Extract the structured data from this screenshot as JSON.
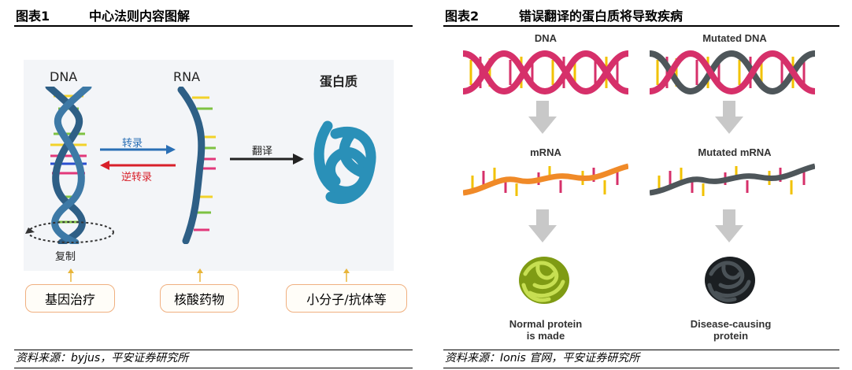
{
  "left": {
    "fig_num": "图表1",
    "fig_title": "中心法则内容图解",
    "labels": {
      "dna": "DNA",
      "rna": "RNA",
      "protein": "蛋白质",
      "transcription": "转录",
      "reverse": "逆转录",
      "translation": "翻译",
      "replication": "复制"
    },
    "boxes": [
      "基因治疗",
      "核酸药物",
      "小分子/抗体等"
    ],
    "source": "资料来源：byjus，平安证券研究所"
  },
  "right": {
    "fig_num": "图表2",
    "fig_title": "错误翻译的蛋白质将导致疾病",
    "labels": {
      "dna": "DNA",
      "mutated_dna": "Mutated DNA",
      "mrna": "mRNA",
      "mutated_mrna": "Mutated mRNA",
      "normal_1": "Normal protein",
      "normal_2": "is made",
      "disease_1": "Disease-causing",
      "disease_2": "protein"
    },
    "source": "资料来源：Ionis 官网，平安证券研究所"
  },
  "colors": {
    "helix_blue": "#2e5f86",
    "arrow_blue": "#2a6fb5",
    "arrow_red": "#d8202a",
    "protein_blue": "#2a90b8",
    "pink": "#d6306a",
    "orange": "#f08a28",
    "grey": "#4e565a",
    "lime": "#9fbd2a",
    "box_border": "#f0b080"
  }
}
